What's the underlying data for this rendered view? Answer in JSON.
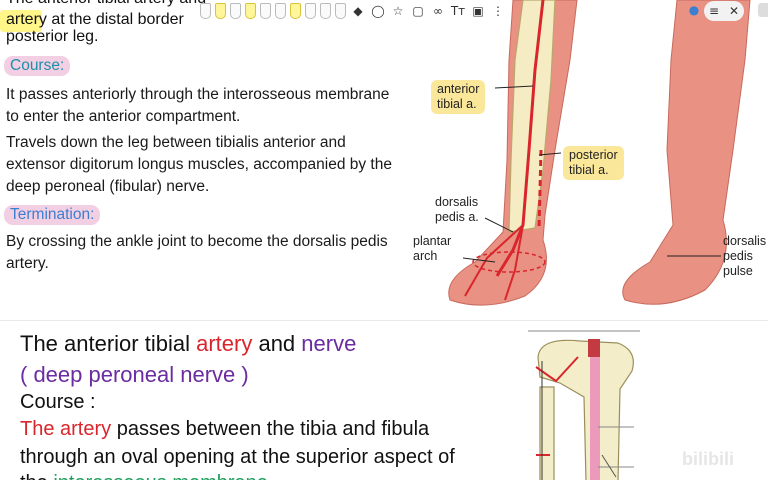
{
  "top_slide": {
    "clipped_line_0": "The anterior tibial artery and",
    "clipped_line_1": "artery at the distal border",
    "clipped_line_2": "posterior leg.",
    "course_label": "Course:",
    "course_para_1": "It passes anteriorly through the interosseous membrane to enter the anterior compartment.",
    "course_para_2": "Travels down the leg between tibialis anterior and extensor digitorum longus muscles, accompanied by the deep peroneal (fibular) nerve.",
    "termination_label": "Termination:",
    "termination_para": "By crossing the ankle joint to become the dorsalis pedis artery."
  },
  "figure": {
    "label_anterior_tibial": "anterior\ntibial a.",
    "label_posterior_tibial": "posterior\ntibial a.",
    "label_dorsalis_pedis": "dorsalis\npedis a.",
    "label_plantar_arch": "plantar\narch",
    "label_dorsalis_pulse": "dorsalis\npedis\npulse"
  },
  "toolbar": {
    "tt_label": "Tт",
    "icons": [
      "pen-icon",
      "eraser-icon",
      "lasso-icon",
      "shapes-icon",
      "comment-icon",
      "text-icon",
      "image-icon",
      "more-icon"
    ]
  },
  "bottom_slide": {
    "title_part1": "The anterior tibial ",
    "title_artery": "artery",
    "title_and": " and ",
    "title_nerve": "nerve",
    "subtitle": "( deep peroneal nerve )",
    "course_label": "Course :",
    "line1_red": "The artery",
    "line1_rest": " passes between the tibia and fibula",
    "line2": "through an oval opening at the superior aspect of",
    "line3_start": "the ",
    "line3_green": "interosseous membrane",
    "watermark": "bilibili"
  },
  "colors": {
    "artery_red": "#d9262c",
    "nerve_purple": "#6a2ca0",
    "course_pill_bg": "#f3cfe4",
    "label_tag_bg": "#fbe79a",
    "highlight_yellow": "#fff36b"
  }
}
